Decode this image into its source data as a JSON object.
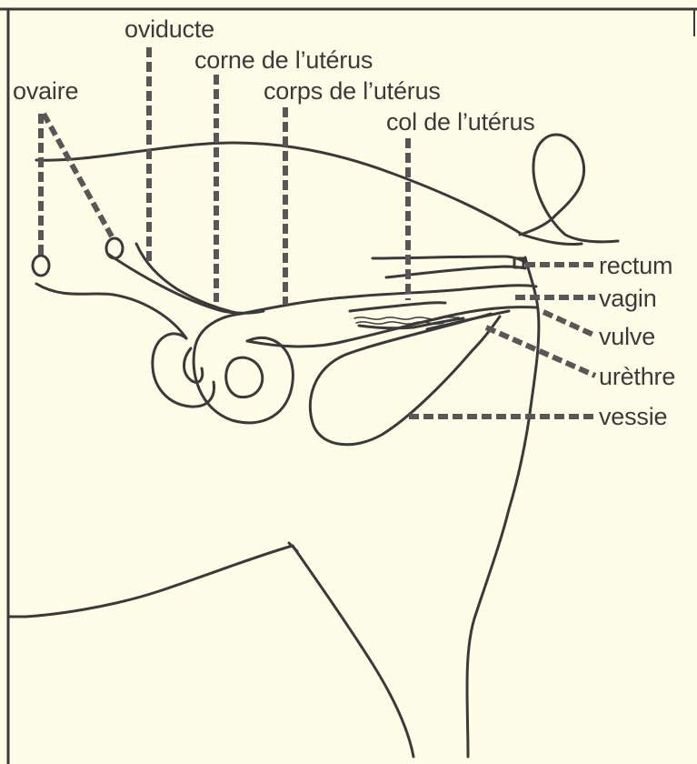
{
  "colors": {
    "background": "#fdfde8",
    "ink": "#3a3a3a",
    "leader": "#575757"
  },
  "labels": {
    "ovaire": "ovaire",
    "oviducte": "oviducte",
    "corne": "corne de l’utérus",
    "corps": "corps de l’utérus",
    "col": "col de l’utérus",
    "rectum": "rectum",
    "vagin": "vagin",
    "vulve": "vulve",
    "urethre": "urèthre",
    "vessie": "vessie"
  }
}
